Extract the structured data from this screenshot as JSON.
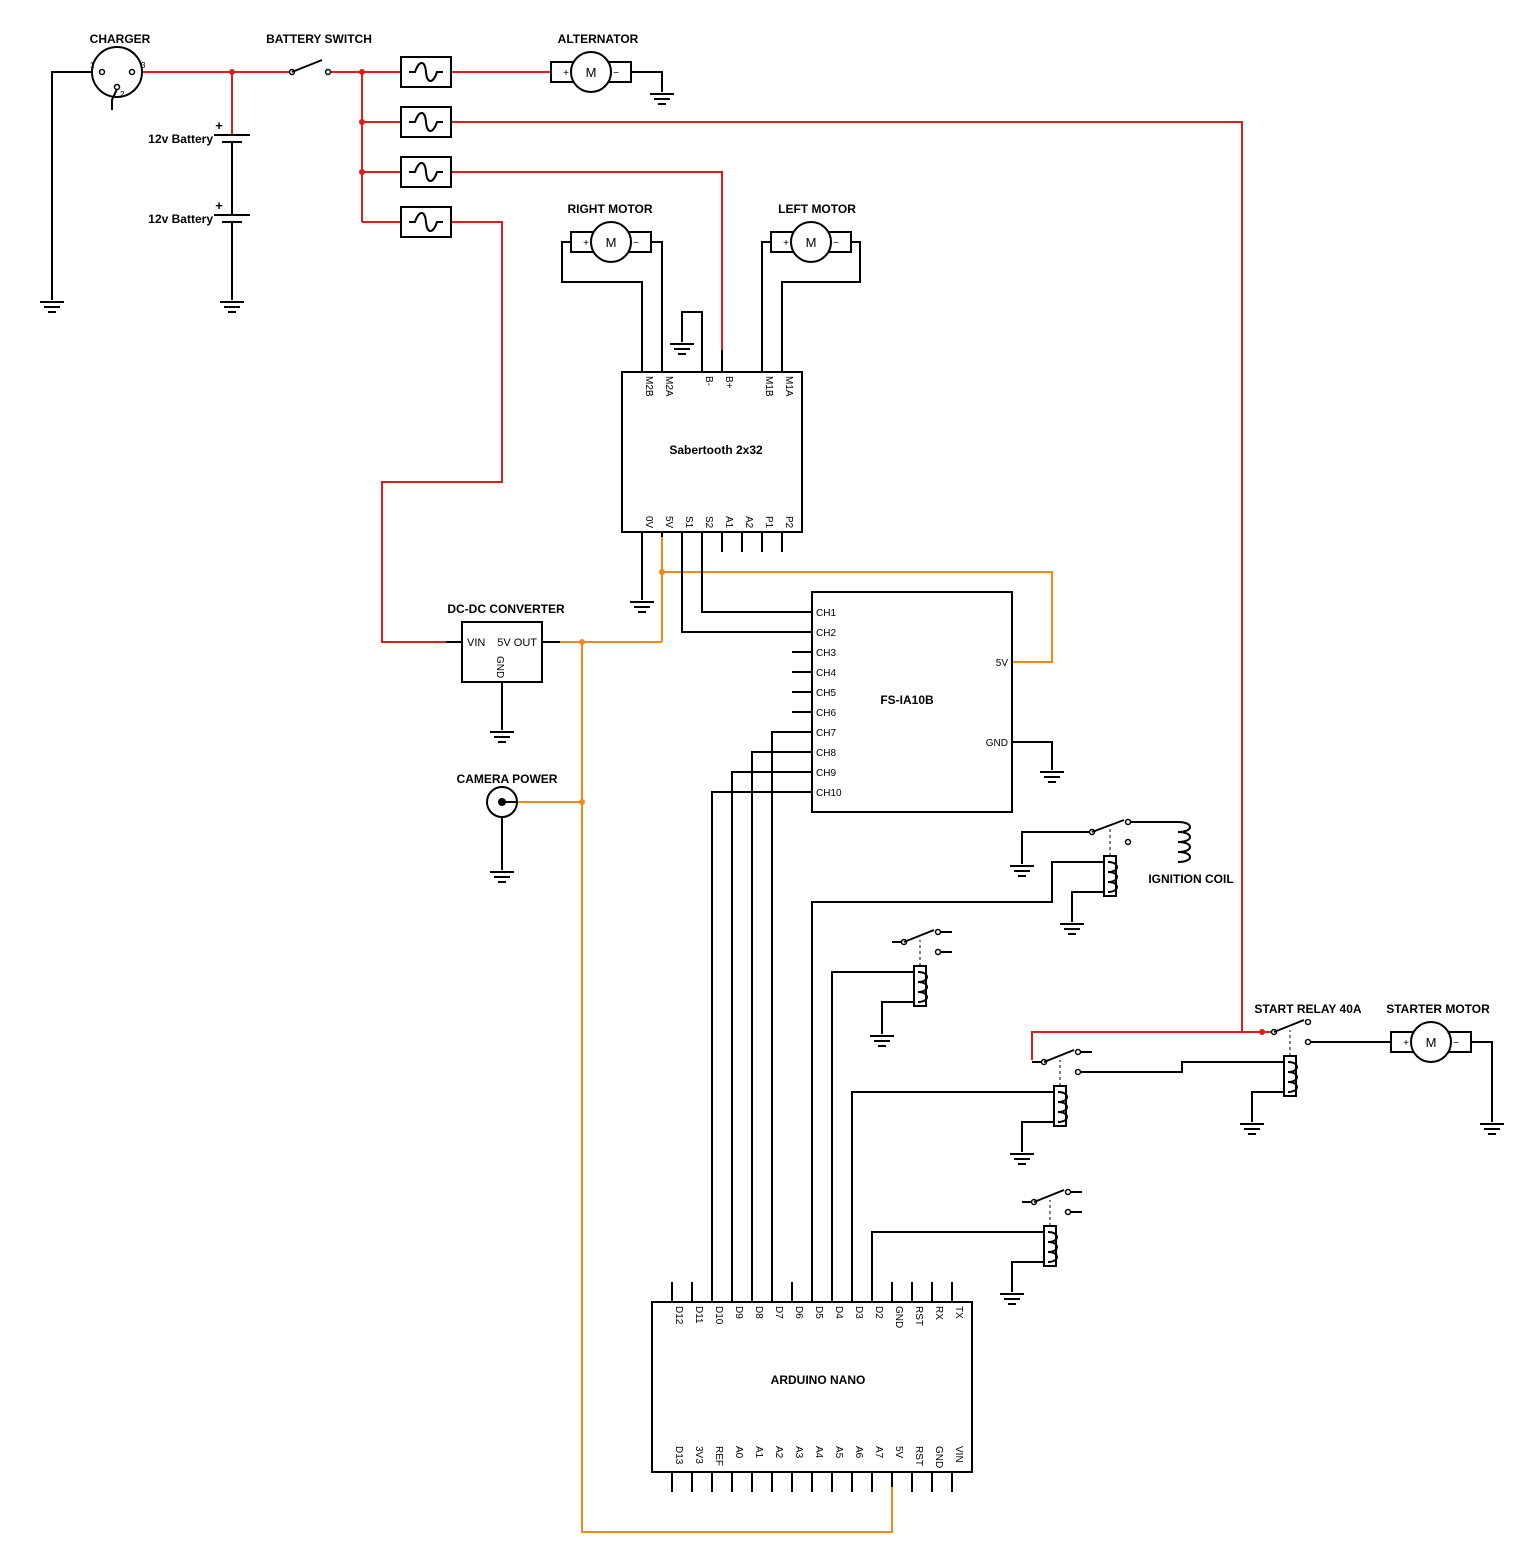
{
  "colors": {
    "battery_wire": "#e01b1b",
    "five_volt_wire": "#f0891a",
    "ground_wire": "#000000"
  },
  "components": {
    "charger": "CHARGER",
    "battery_switch": "BATTERY SWITCH",
    "alternator": "ALTERNATOR",
    "battery_1": "12v Battery",
    "battery_2": "12v Battery",
    "battery_polarity": "+",
    "right_motor": "RIGHT MOTOR",
    "left_motor": "LEFT MOTOR",
    "motor_symbol": "M",
    "motor_plus": "+",
    "motor_minus": "−",
    "sabertooth": "Sabertooth 2x32",
    "dcdc": "DC-DC CONVERTER",
    "camera_power": "CAMERA POWER",
    "fs_ia10b": "FS-IA10B",
    "ignition_coil": "IGNITION COIL",
    "start_relay": "START RELAY 40A",
    "starter_motor": "STARTER MOTOR",
    "arduino": "ARDUINO NANO"
  },
  "charger_pins": [
    "1",
    "2",
    "3"
  ],
  "sabertooth_pins": {
    "top": [
      "M2B",
      "M2A",
      "B-",
      "B+",
      "M1B",
      "M1A"
    ],
    "bottom": [
      "0V",
      "5V",
      "S1",
      "S2",
      "A1",
      "A2",
      "P1",
      "P2"
    ]
  },
  "dcdc_pins": {
    "vin": "VIN",
    "vout": "5V OUT",
    "gnd": "GND"
  },
  "fs_ia10b_pins": {
    "left": [
      "CH1",
      "CH2",
      "CH3",
      "CH4",
      "CH5",
      "CH6",
      "CH7",
      "CH8",
      "CH9",
      "CH10"
    ],
    "right": [
      "5V",
      "GND"
    ]
  },
  "arduino_pins": {
    "top": [
      "D12",
      "D11",
      "D10",
      "D9",
      "D8",
      "D7",
      "D6",
      "D5",
      "D4",
      "D3",
      "D2",
      "GND",
      "RST",
      "RX",
      "TX"
    ],
    "bottom": [
      "D13",
      "3V3",
      "REF",
      "A0",
      "A1",
      "A2",
      "A3",
      "A4",
      "A5",
      "A6",
      "A7",
      "5V",
      "RST",
      "GND",
      "VIN"
    ]
  }
}
